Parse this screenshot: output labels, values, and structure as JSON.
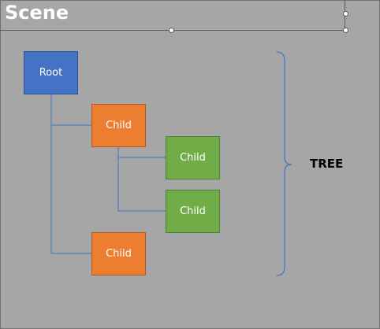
{
  "scene": {
    "title": "Scene"
  },
  "tree": {
    "label": "TREE",
    "nodes": [
      {
        "id": "root",
        "label": "Root",
        "color": "#4472c4"
      },
      {
        "id": "child-1",
        "label": "Child",
        "color": "#ed7d31"
      },
      {
        "id": "child-1-1",
        "label": "Child",
        "color": "#70ad47"
      },
      {
        "id": "child-1-2",
        "label": "Child",
        "color": "#70ad47"
      },
      {
        "id": "child-2",
        "label": "Child",
        "color": "#ed7d31"
      }
    ],
    "connector_color": "#4472c4",
    "brace_color": "#4472c4"
  }
}
